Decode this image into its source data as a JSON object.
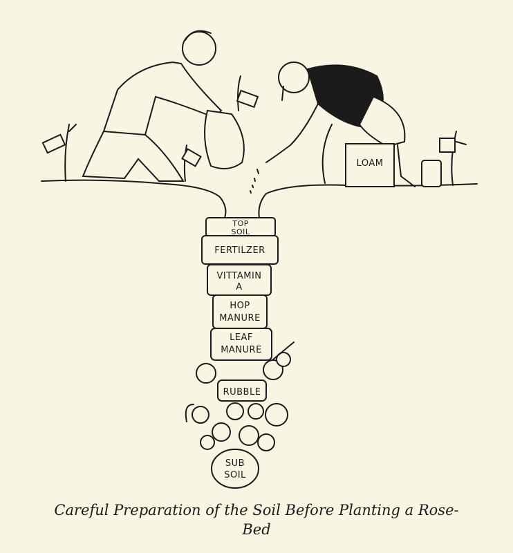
{
  "illustration": {
    "box_label": "LOAM",
    "layers": [
      {
        "line1": "TOP",
        "line2": "SOIL"
      },
      {
        "line1": "FERTILZER",
        "line2": ""
      },
      {
        "line1": "VITTAMIN",
        "line2": "A"
      },
      {
        "line1": "HOP",
        "line2": "MANURE"
      },
      {
        "line1": "LEAF",
        "line2": "MANURE"
      },
      {
        "line1": "RUBBLE",
        "line2": ""
      },
      {
        "line1": "SUB",
        "line2": "SOIL"
      }
    ]
  },
  "caption": {
    "line1": "Careful Preparation of the Soil Before Planting a Rose-",
    "line2": "Bed"
  }
}
